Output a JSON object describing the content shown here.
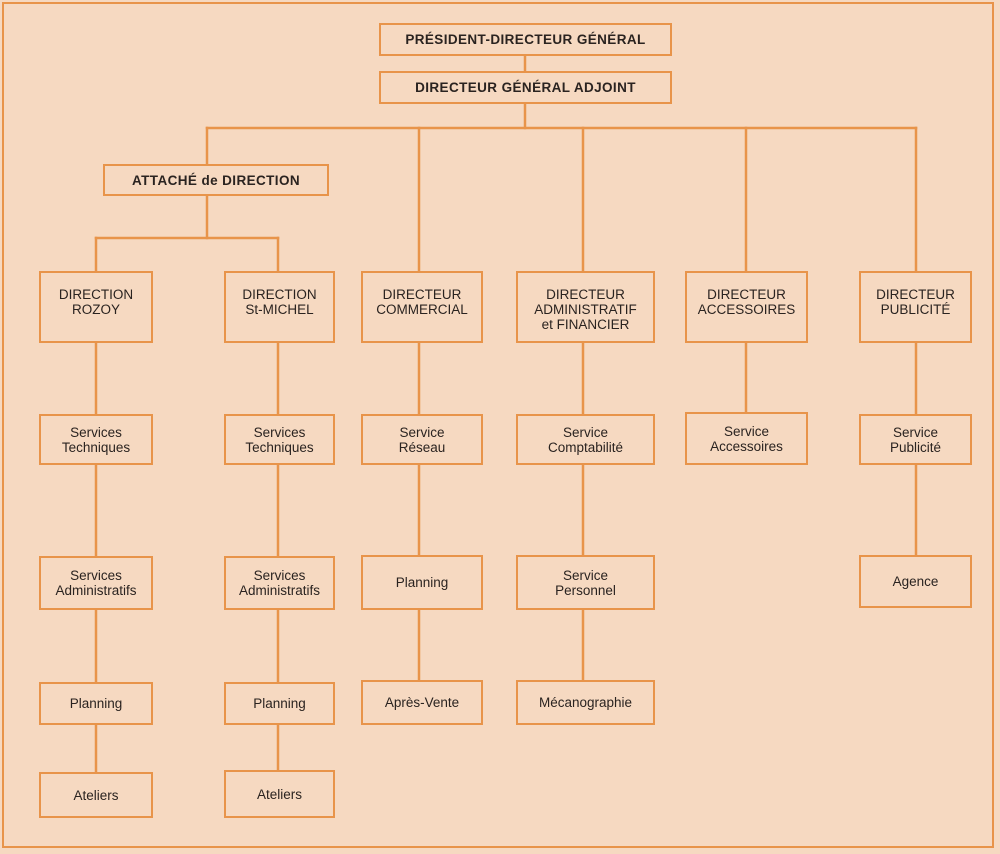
{
  "colors": {
    "line": "#e8944a",
    "background": "#f6d9c1",
    "text": "#2a2320"
  },
  "top": {
    "pdg": "PRÉSIDENT-DIRECTEUR GÉNÉRAL",
    "dga": "DIRECTEUR GÉNÉRAL ADJOINT",
    "attache": "ATTACHÉ de DIRECTION"
  },
  "columns": [
    {
      "head": [
        "DIRECTION",
        "ROZOY"
      ],
      "units": [
        [
          "Services",
          "Techniques"
        ],
        [
          "Services",
          "Administratifs"
        ],
        [
          "Planning"
        ],
        [
          "Ateliers"
        ]
      ]
    },
    {
      "head": [
        "DIRECTION",
        "St-MICHEL"
      ],
      "units": [
        [
          "Services",
          "Techniques"
        ],
        [
          "Services",
          "Administratifs"
        ],
        [
          "Planning"
        ],
        [
          "Ateliers"
        ]
      ]
    },
    {
      "head": [
        "DIRECTEUR",
        "COMMERCIAL"
      ],
      "units": [
        [
          "Service",
          "Réseau"
        ],
        [
          "Planning"
        ],
        [
          "Après-Vente"
        ]
      ]
    },
    {
      "head": [
        "DIRECTEUR",
        "ADMINISTRATIF",
        "et FINANCIER"
      ],
      "units": [
        [
          "Service",
          "Comptabilité"
        ],
        [
          "Service",
          "Personnel"
        ],
        [
          "Mécanographie"
        ]
      ]
    },
    {
      "head": [
        "DIRECTEUR",
        "ACCESSOIRES"
      ],
      "units": [
        [
          "Service",
          "Accessoires"
        ]
      ]
    },
    {
      "head": [
        "DIRECTEUR",
        "PUBLICITÉ"
      ],
      "units": [
        [
          "Service",
          "Publicité"
        ],
        [
          "Agence"
        ]
      ]
    }
  ]
}
